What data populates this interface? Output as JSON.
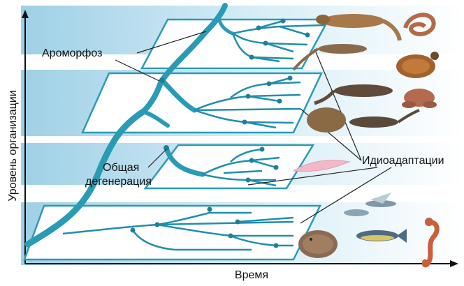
{
  "labels": {
    "aromorphosis": "Ароморфоз",
    "degeneration_line1": "Общая",
    "degeneration_line2": "дегенерация",
    "idioadaptation": "Идиоадаптации",
    "x_axis": "Время",
    "y_axis": "Уровень организации"
  },
  "colors": {
    "trunk": "#2a9bb5",
    "branch": "#1f8fae",
    "node": "#1f7f99",
    "plane_fill": "#ffffff",
    "plane_edge": "#2a9bb5",
    "band": "#bfe0ee",
    "band_light": "#e6f3f9",
    "leader": "#222222"
  },
  "animals": [
    {
      "name": "lizard-icon"
    },
    {
      "name": "snake-icon"
    },
    {
      "name": "salamander-icon"
    },
    {
      "name": "turtle-icon"
    },
    {
      "name": "newt-icon"
    },
    {
      "name": "frog-icon"
    },
    {
      "name": "toad-icon"
    },
    {
      "name": "lancelet-icon"
    },
    {
      "name": "flying-fish-icon"
    },
    {
      "name": "flounder-icon"
    },
    {
      "name": "tuna-icon"
    },
    {
      "name": "seahorse-icon"
    }
  ]
}
